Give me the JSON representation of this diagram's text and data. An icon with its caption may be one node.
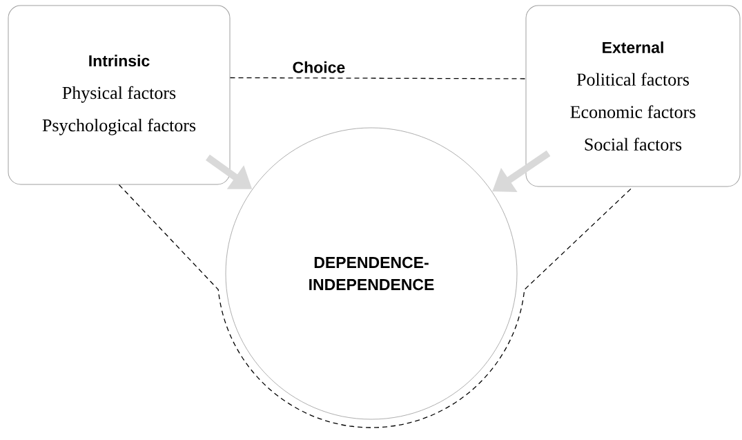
{
  "diagram": {
    "nodes": [
      {
        "text": [
          "Intrinsic",
          "Physical factors",
          "Psychological factors"
        ]
      },
      {
        "text": [
          "External",
          "Political factors",
          "Economic factors",
          "Social factors"
        ]
      },
      {
        "text": [
          "DEPENDENCE-INDEPENDENCE"
        ]
      }
    ],
    "edges": [
      {
        "from": 0,
        "to": 1,
        "arrow": "none",
        "label": "Choice",
        "style": "dashed"
      },
      {
        "from": 0,
        "to": 1,
        "arrow": "none",
        "style": "dashed"
      },
      {
        "from": 0,
        "to": 2,
        "arrow": "to",
        "style": "thick",
        "color": "#d9d9d9"
      },
      {
        "from": 1,
        "to": 2,
        "arrow": "to",
        "style": "thick",
        "color": "#d9d9d9"
      }
    ]
  }
}
